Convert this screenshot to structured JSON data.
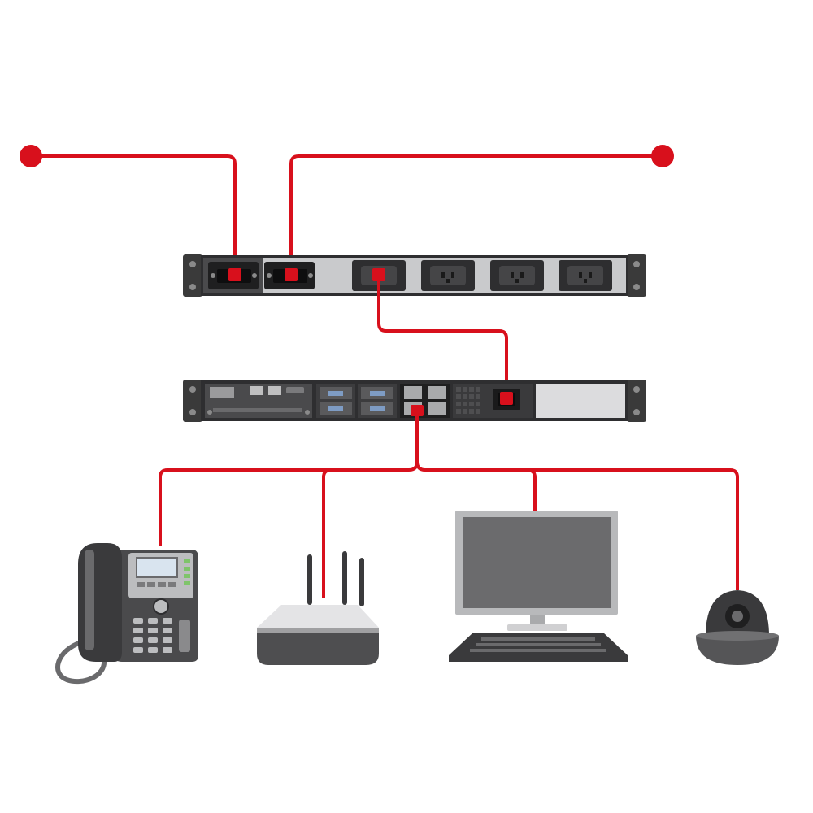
{
  "diagram": {
    "type": "network-power-topology",
    "text_labels": [],
    "colors": {
      "cable": "#d8101c",
      "rack_frame": "#3a3a3a",
      "panel_silver": "#c9cacc",
      "outlet_dark": "#2e2e30",
      "device_gray": "#5a5a5c",
      "screen_gray": "#6b6b6d",
      "background": "#ffffff"
    },
    "nodes": [
      {
        "id": "power-source-left",
        "kind": "power-source",
        "icon": "red-dot-icon"
      },
      {
        "id": "power-source-right",
        "kind": "power-source",
        "icon": "red-dot-icon"
      },
      {
        "id": "pdu",
        "kind": "rack-pdu",
        "icon": "pdu-icon",
        "outlet_count": 6
      },
      {
        "id": "switch",
        "kind": "rack-network-switch",
        "icon": "switch-icon"
      },
      {
        "id": "ip-phone",
        "kind": "ip-phone",
        "icon": "phone-icon"
      },
      {
        "id": "wireless-router",
        "kind": "wireless-access-point",
        "icon": "router-icon"
      },
      {
        "id": "desktop-computer",
        "kind": "computer-monitor-keyboard",
        "icon": "monitor-icon"
      },
      {
        "id": "security-camera",
        "kind": "dome-camera",
        "icon": "camera-icon"
      }
    ],
    "links": [
      {
        "from": "power-source-left",
        "to": "pdu",
        "port": "inlet-1"
      },
      {
        "from": "power-source-right",
        "to": "pdu",
        "port": "inlet-2"
      },
      {
        "from": "pdu",
        "to": "switch",
        "port": "outlet-1"
      },
      {
        "from": "switch",
        "to": "ip-phone"
      },
      {
        "from": "switch",
        "to": "wireless-router"
      },
      {
        "from": "switch",
        "to": "desktop-computer"
      },
      {
        "from": "switch",
        "to": "security-camera"
      }
    ]
  }
}
